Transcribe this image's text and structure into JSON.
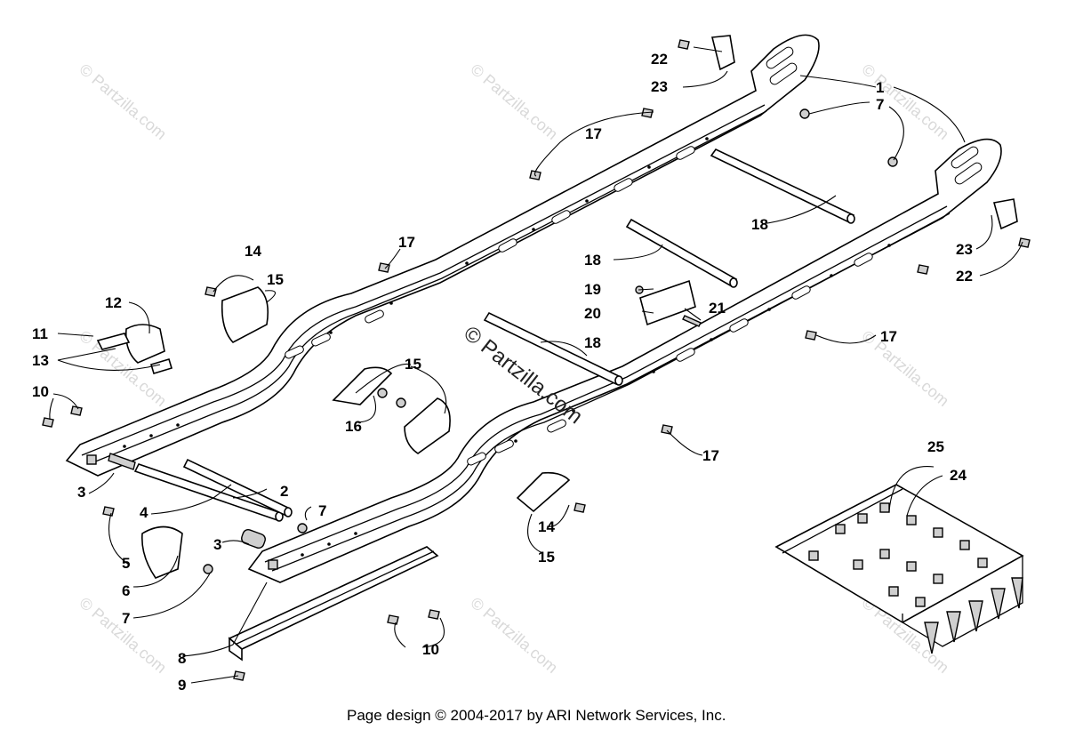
{
  "callouts": [
    {
      "text": "1"
    },
    {
      "text": "2"
    },
    {
      "text": "3"
    },
    {
      "text": "3"
    },
    {
      "text": "4"
    },
    {
      "text": "5"
    },
    {
      "text": "6"
    },
    {
      "text": "7"
    },
    {
      "text": "7"
    },
    {
      "text": "7"
    },
    {
      "text": "8"
    },
    {
      "text": "9"
    },
    {
      "text": "10"
    },
    {
      "text": "10"
    },
    {
      "text": "11"
    },
    {
      "text": "12"
    },
    {
      "text": "13"
    },
    {
      "text": "14"
    },
    {
      "text": "14"
    },
    {
      "text": "15"
    },
    {
      "text": "15"
    },
    {
      "text": "15"
    },
    {
      "text": "16"
    },
    {
      "text": "17"
    },
    {
      "text": "17"
    },
    {
      "text": "17"
    },
    {
      "text": "17"
    },
    {
      "text": "18"
    },
    {
      "text": "18"
    },
    {
      "text": "18"
    },
    {
      "text": "19"
    },
    {
      "text": "20"
    },
    {
      "text": "21"
    },
    {
      "text": "22"
    },
    {
      "text": "22"
    },
    {
      "text": "23"
    },
    {
      "text": "23"
    },
    {
      "text": "24"
    },
    {
      "text": "25"
    }
  ],
  "watermark": {
    "small": "© Partzilla.com",
    "center": "© Partzilla.com"
  },
  "footer": "Page design © 2004-2017 by ARI Network Services, Inc."
}
